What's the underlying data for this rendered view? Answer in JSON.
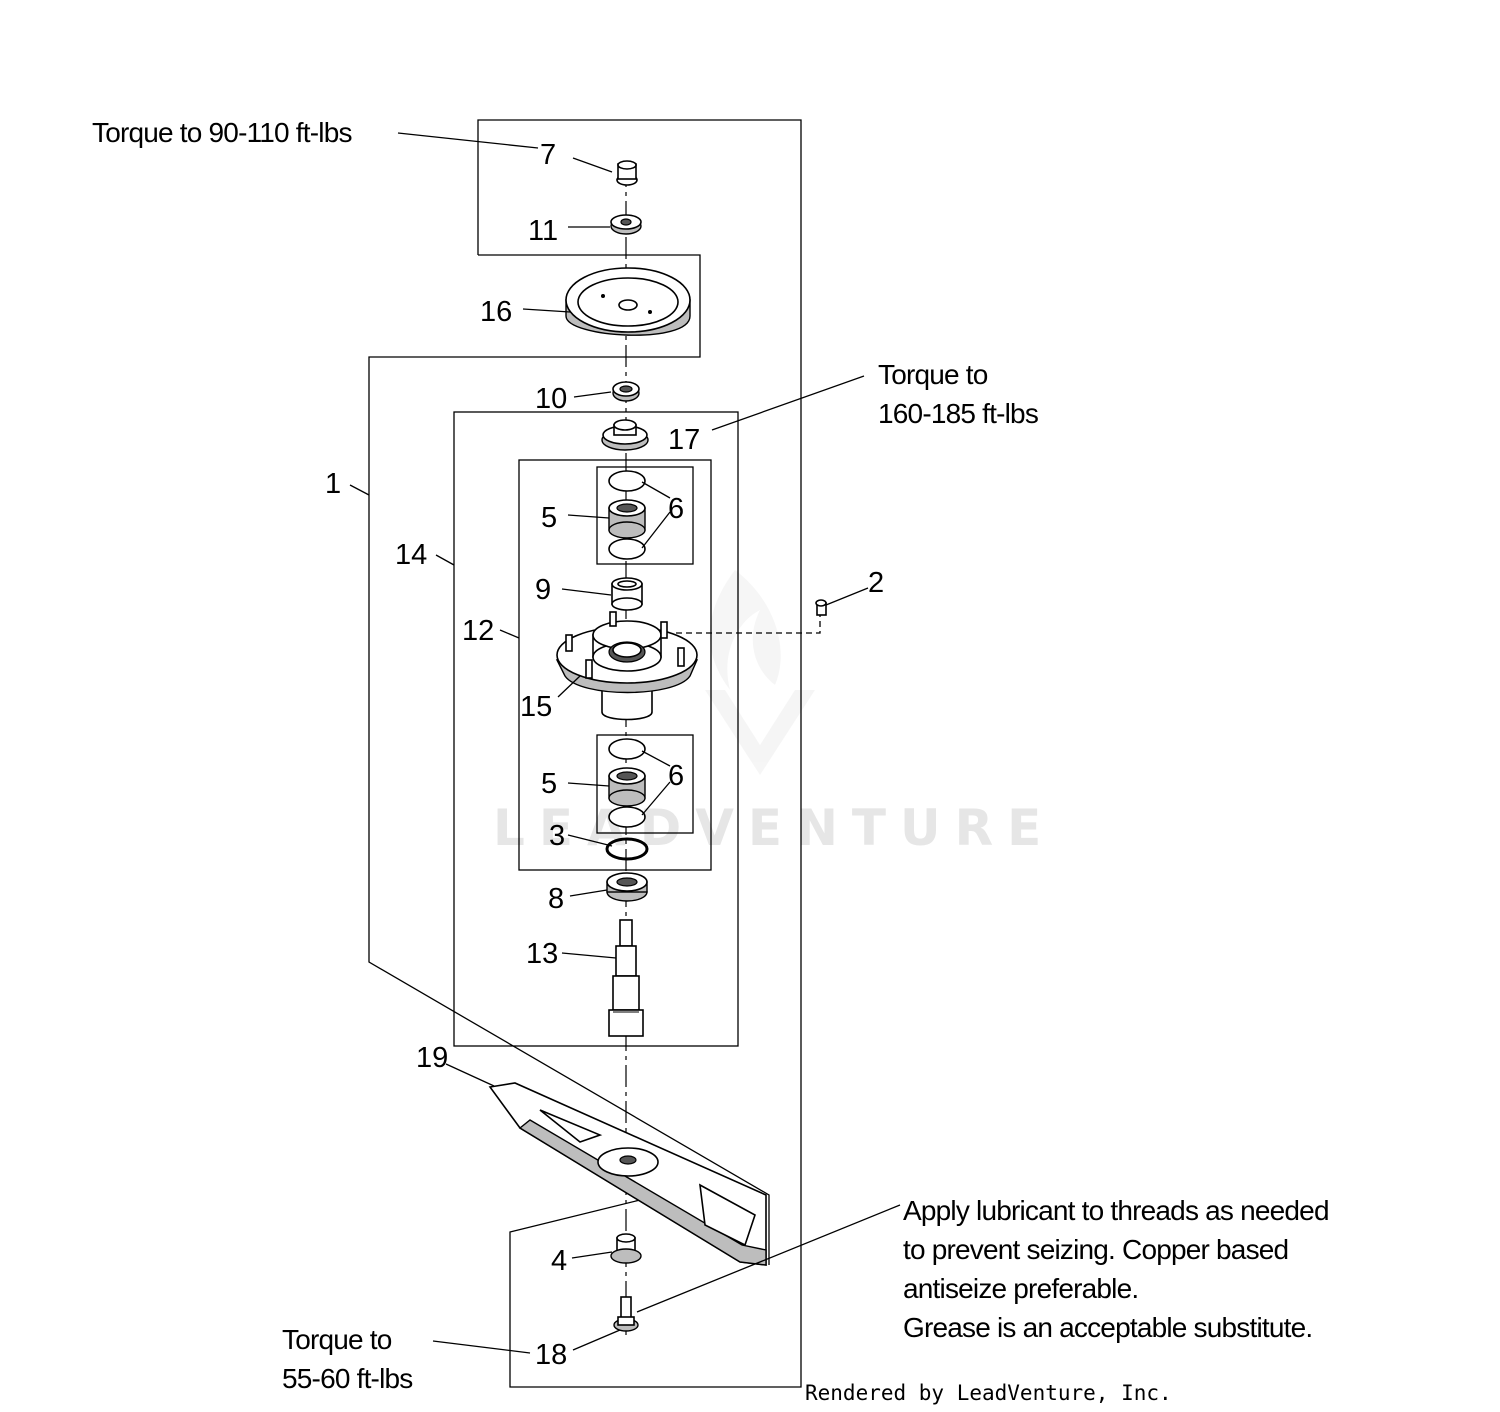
{
  "notes": {
    "torque_top": "Torque to 90-110 ft-lbs",
    "torque_mid_line1": "Torque to",
    "torque_mid_line2": "160-185 ft-lbs",
    "torque_bottom_line1": "Torque to",
    "torque_bottom_line2": "55-60 ft-lbs",
    "lube_line1": "Apply lubricant to threads as needed",
    "lube_line2": "to prevent seizing.  Copper based",
    "lube_line3": "antiseize preferable.",
    "lube_line4": "Grease is an acceptable substitute."
  },
  "callouts": {
    "c1": "1",
    "c2": "2",
    "c3": "3",
    "c4": "4",
    "c5a": "5",
    "c5b": "5",
    "c6a": "6",
    "c6b": "6",
    "c7": "7",
    "c8": "8",
    "c9": "9",
    "c10": "10",
    "c11": "11",
    "c12": "12",
    "c13": "13",
    "c14": "14",
    "c15": "15",
    "c16": "16",
    "c17": "17",
    "c18": "18",
    "c19": "19"
  },
  "watermark": "LEADVENTURE",
  "footer": "Rendered by LeadVenture, Inc."
}
